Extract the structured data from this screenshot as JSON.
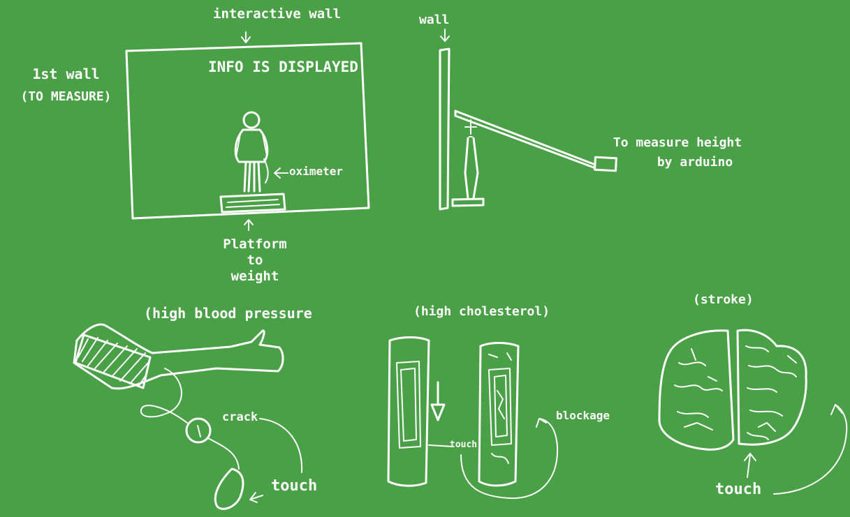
{
  "labels": {
    "interactive_wall": "interactive wall",
    "first_wall_line1": "1st wall",
    "first_wall_line2": "(TO MEASURE)",
    "info_displayed": "INFO IS DISPLAYED",
    "oximeter": "oximeter",
    "platform_line1": "Platform",
    "platform_line2": "to",
    "platform_line3": "weight",
    "wall": "wall",
    "measure_height_line1": "To measure height",
    "measure_height_line2": "by arduino",
    "high_blood_pressure": "(high blood pressure",
    "crack": "crack",
    "touch_1": "touch",
    "high_cholesterol": "(high cholesterol)",
    "touch_2": "touch",
    "blockage": "blockage",
    "stroke": "(stroke)",
    "touch_3": "touch"
  },
  "colors": {
    "background": "#4aa046",
    "ink": "#ffffff"
  }
}
